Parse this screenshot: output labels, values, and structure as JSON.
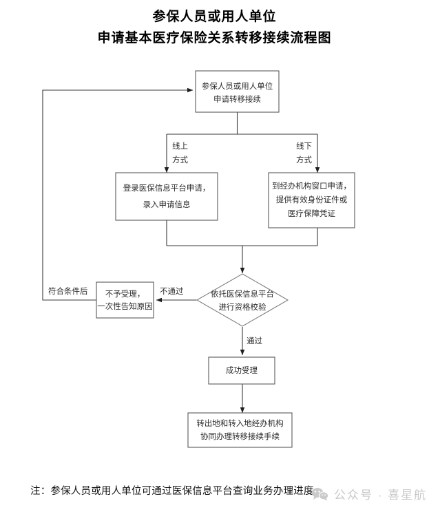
{
  "title": {
    "line1": "参保人员或用人单位",
    "line2": "申请基本医疗保险关系转移接续流程图"
  },
  "flowchart": {
    "type": "flowchart",
    "orientation": "top-to-bottom",
    "nodes": [
      {
        "id": "start",
        "shape": "rect",
        "lines": [
          "参保人员或用人单位",
          "申请转移接续"
        ]
      },
      {
        "id": "online",
        "shape": "rect",
        "lines": [
          "登录医保信息平台申请，",
          "录入申请信息"
        ]
      },
      {
        "id": "offline",
        "shape": "rect",
        "lines": [
          "到经办机构窗口申请，",
          "提供有效身份证件或",
          "医疗保障凭证"
        ]
      },
      {
        "id": "verify",
        "shape": "diamond",
        "lines": [
          "依托医保信息平台",
          "进行资格校验"
        ]
      },
      {
        "id": "reject",
        "shape": "rect",
        "lines": [
          "不予受理，",
          "一次性告知原因"
        ]
      },
      {
        "id": "accept",
        "shape": "rect",
        "lines": [
          "成功受理"
        ]
      },
      {
        "id": "handle",
        "shape": "rect",
        "lines": [
          "转出地和转入地经办机构",
          "协同办理转移接续手续"
        ]
      }
    ],
    "edge_labels": {
      "online_branch_l1": "线上",
      "online_branch_l2": "方式",
      "offline_branch_l1": "线下",
      "offline_branch_l2": "方式",
      "fail": "不通过",
      "pass": "通过",
      "requalify": "符合条件后"
    }
  },
  "footer": {
    "note": "注：参保人员或用人单位可通过医保信息平台查询业务办理进度。",
    "watermark_label": "公众号 · 喜星航",
    "watermark_icon": "wechat-icon"
  }
}
